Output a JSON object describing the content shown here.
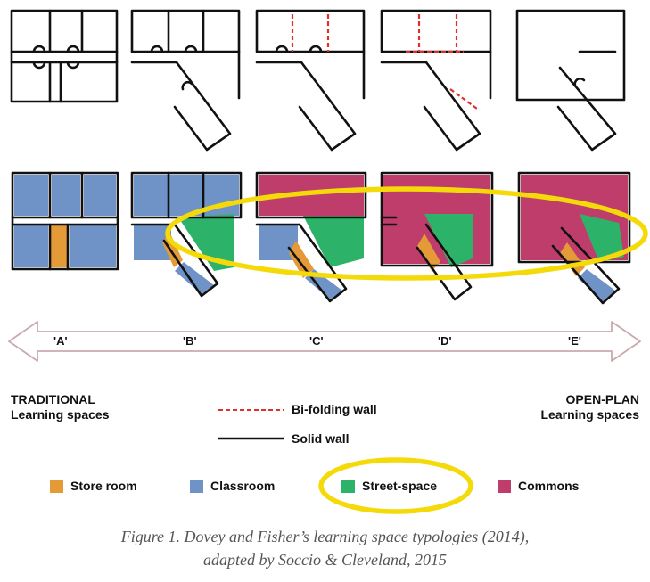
{
  "stages": [
    "'A'",
    "'B'",
    "'C'",
    "'D'",
    "'E'"
  ],
  "side_labels": {
    "left_title": "TRADITIONAL",
    "left_sub": "Learning spaces",
    "right_title": "OPEN-PLAN",
    "right_sub": "Learning spaces"
  },
  "wall_legend": {
    "bifolding": "Bi-folding wall",
    "solid": "Solid wall"
  },
  "space_legend": [
    {
      "label": "Store room",
      "color": "#e39a37"
    },
    {
      "label": "Classroom",
      "color": "#6f93c6"
    },
    {
      "label": "Street-space",
      "color": "#2db369"
    },
    {
      "label": "Commons",
      "color": "#bf3d6b"
    }
  ],
  "colors": {
    "store": "#e39a37",
    "classroom": "#6f93c6",
    "street": "#2db369",
    "commons": "#bf3d6b",
    "highlight": "#f5da0a",
    "arrow": "#c9a9ad",
    "bifolding_wall": "#e0302e",
    "solid_wall": "#111111"
  },
  "caption": {
    "line1": "Figure 1. Dovey and Fisher’s learning space typologies (2014),",
    "line2": "adapted by Soccio & Cleveland, 2015"
  }
}
